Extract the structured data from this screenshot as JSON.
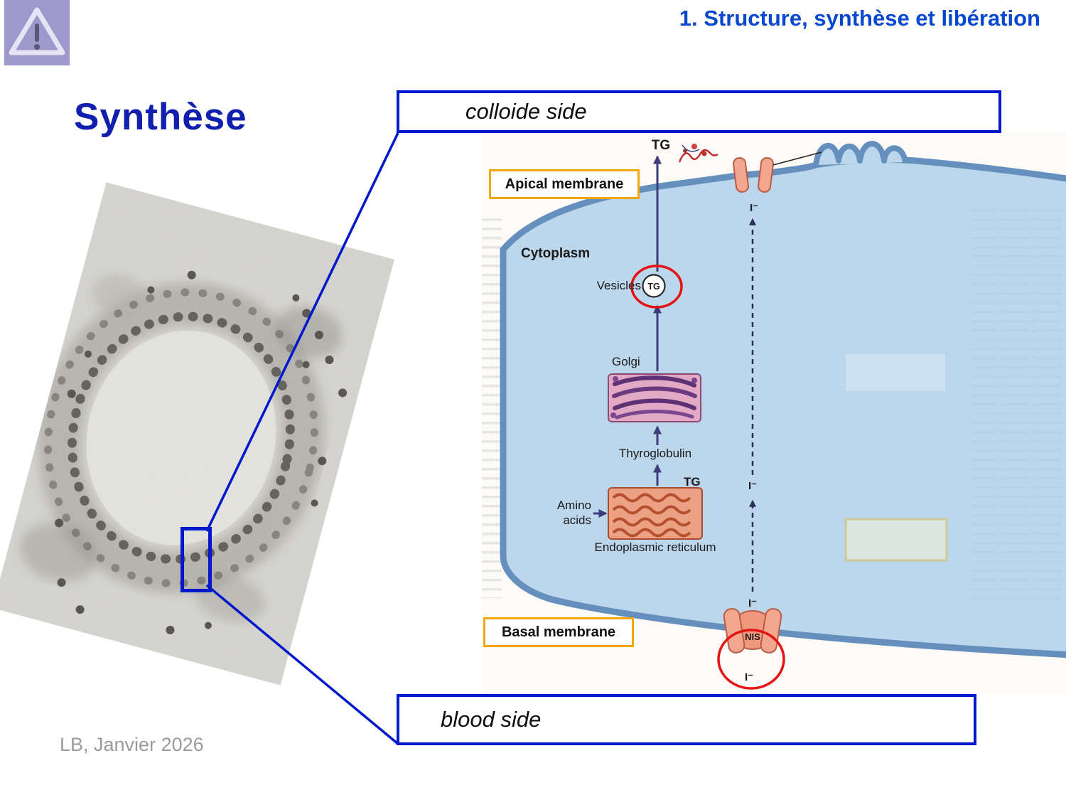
{
  "header": {
    "section_title": "1. Structure, synthèse et libération"
  },
  "slide": {
    "title": "Synthèse",
    "footer": "LB, Janvier 2026"
  },
  "callouts": {
    "colloide_side": "colloide side",
    "blood_side": "blood side"
  },
  "diagram": {
    "apical_membrane": "Apical membrane",
    "basal_membrane": "Basal membrane",
    "cytoplasm": "Cytoplasm",
    "vesicles": "Vesicles",
    "vesicle_tg": "TG",
    "tg_secreted": "TG",
    "golgi": "Golgi",
    "thyroglobulin": "Thyroglobulin",
    "tg_er": "TG",
    "amino_line1": "Amino",
    "amino_line2": "acids",
    "er": "Endoplasmic reticulum",
    "nis": "NIS",
    "iodide_top": "I⁻",
    "iodide_mid": "I⁻",
    "iodide_low": "I⁻",
    "iodide_blood": "I⁻"
  },
  "icons": {
    "top_left": "warning-triangle-icon",
    "tg_molecule": "tg-molecule-icon"
  },
  "colors": {
    "accent_blue": "#0018cc",
    "header_blue": "#0847cf",
    "title_blue": "#101fae",
    "orange": "#f2a70a",
    "red": "#e51414",
    "cell_fill": "#bcd7ec",
    "membrane": "#6590bd",
    "transporter_pink": "#f3a68e"
  }
}
